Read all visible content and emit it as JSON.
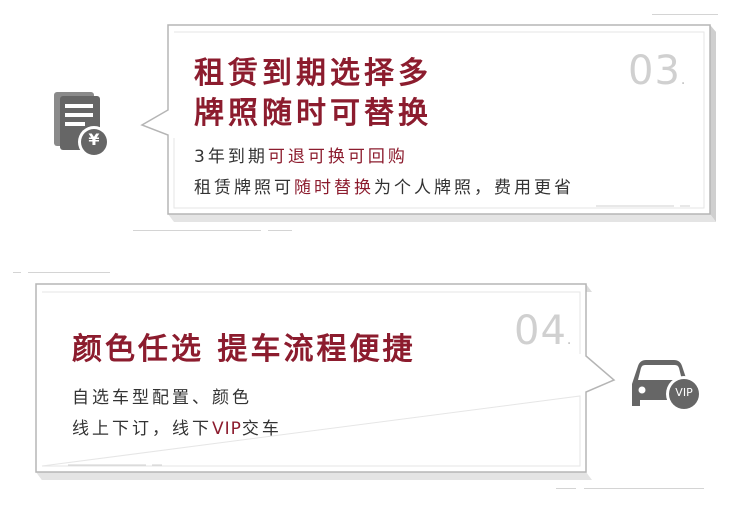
{
  "colors": {
    "accent": "#8c1c2e",
    "icon_gray": "#666666",
    "frame": "#c8c8c8"
  },
  "card1": {
    "number": "03",
    "number_suffix": ".",
    "title_line1": "租赁到期选择多",
    "title_line2": "牌照随时可替换",
    "line1_normal": "3年到期",
    "line1_highlight": "可退可换可回购",
    "line2_normal_a": "租赁牌照可",
    "line2_highlight": "随时替换",
    "line2_normal_b": "为个人牌照，费用更省",
    "icon": "receipt-yen-icon",
    "icon_symbol": "¥"
  },
  "card2": {
    "number": "04",
    "number_suffix": ".",
    "title": "颜色任选 提车流程便捷",
    "line1": "自选车型配置、颜色",
    "line2_normal_a": "线上下订，线下",
    "line2_highlight": "VIP",
    "line2_normal_b": "交车",
    "icon": "car-vip-icon",
    "icon_badge": "VIP"
  }
}
